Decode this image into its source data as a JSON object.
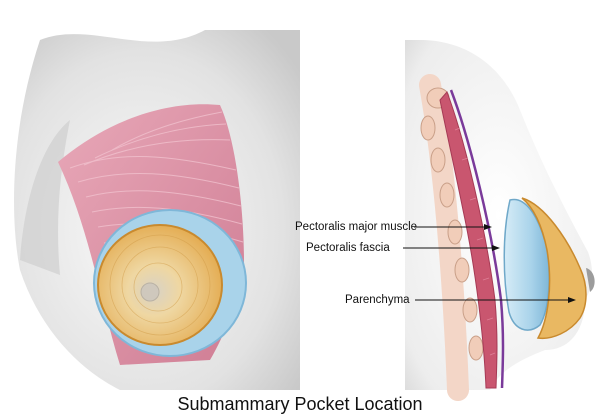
{
  "caption": "Submammary Pocket Location",
  "labels": {
    "pectoralis_major": "Pectoralis major muscle",
    "pectoralis_fascia": "Pectoralis fascia",
    "parenchyma": "Parenchyma"
  },
  "colors": {
    "skin": "#e6e6e6",
    "muscle": "#d88ea3",
    "muscle_stripe": "#f2c4d0",
    "implant": "#a9d3ea",
    "gland": "#e9b862",
    "gland_edge": "#c98a2e",
    "fascia": "#7a3a9a",
    "rib": "#f1cdb9"
  }
}
